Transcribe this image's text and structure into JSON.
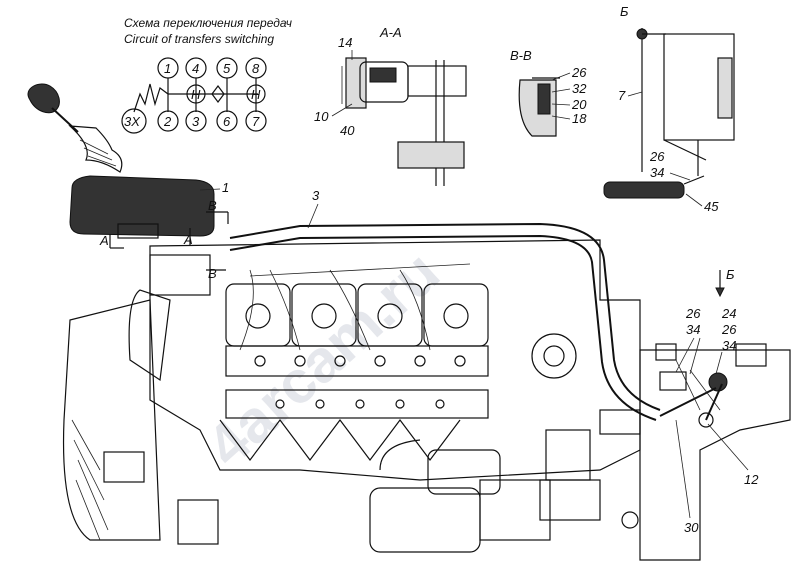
{
  "watermark": "4arcam.ru",
  "caption": {
    "ru": "Схема переключения передач",
    "en": "Circuit of transfers switching"
  },
  "shift_scheme": {
    "top": [
      "1",
      "4",
      "5",
      "8"
    ],
    "bottom": [
      "3X",
      "2",
      "3",
      "6",
      "7"
    ],
    "mid": [
      "H",
      "H"
    ]
  },
  "sections": {
    "aa": "А-А",
    "vv": "В-В",
    "b_top": "Б",
    "b_side": "Б",
    "cut_a1": "А",
    "cut_a2": "А",
    "cut_b1": "В",
    "cut_b2": "В"
  },
  "callouts": {
    "c1": "1",
    "c3": "3",
    "c7": "7",
    "c10": "10",
    "c12": "12",
    "c14": "14",
    "c18": "18",
    "c20": "20",
    "c26a": "26",
    "c32": "32",
    "c40": "40",
    "c26b": "26",
    "c34b": "34",
    "c45": "45",
    "c26c": "26",
    "c34c": "34",
    "c24": "24",
    "c26d": "26",
    "c34d": "34",
    "c30": "30"
  }
}
